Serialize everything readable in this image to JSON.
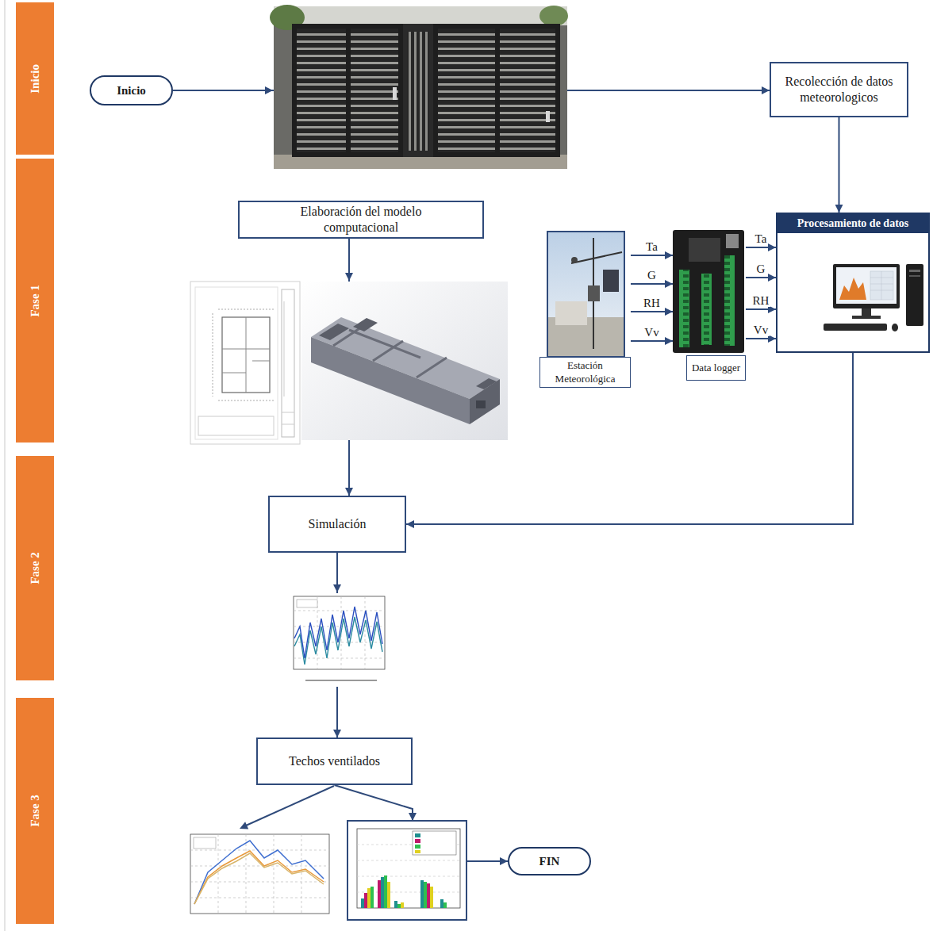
{
  "diagram": {
    "nodes": [
      {
        "text": [
          "Inicio"
        ]
      },
      {
        "text": [
          "Fase 1"
        ]
      },
      {
        "text": [
          "Fase 2"
        ]
      },
      {
        "text": [
          "Fase 3"
        ]
      },
      {
        "text": [
          "Inicio"
        ]
      },
      {
        "text": [
          "Recolección de datos meteorologicos"
        ]
      },
      {
        "text": [
          "Elaboración del modelo computacional"
        ]
      },
      {
        "text": [
          "Estación Meteorológica"
        ]
      },
      {
        "text": [
          "Data logger"
        ]
      },
      {
        "text": [
          "Procesamiento de datos"
        ]
      },
      {
        "text": [
          "Simulación"
        ]
      },
      {
        "text": [
          "Techos ventilados"
        ]
      },
      {
        "text": [
          "FIN"
        ]
      }
    ],
    "edges": [
      {
        "from": 4,
        "to": 5,
        "arrow": "to"
      },
      {
        "from": 5,
        "to": 9,
        "arrow": "to"
      },
      {
        "from": 6,
        "to": 10,
        "arrow": "to"
      },
      {
        "from": 9,
        "to": 10,
        "arrow": "to"
      },
      {
        "from": 7,
        "to": 8,
        "label": "Ta",
        "arrow": "to"
      },
      {
        "from": 7,
        "to": 8,
        "label": "G",
        "arrow": "to"
      },
      {
        "from": 7,
        "to": 8,
        "label": "RH",
        "arrow": "to"
      },
      {
        "from": 7,
        "to": 8,
        "label": "Vv",
        "arrow": "to"
      },
      {
        "from": 8,
        "to": 9,
        "label": "Ta",
        "arrow": "to"
      },
      {
        "from": 8,
        "to": 9,
        "label": "G",
        "arrow": "to"
      },
      {
        "from": 8,
        "to": 9,
        "label": "RH",
        "arrow": "to"
      },
      {
        "from": 8,
        "to": 9,
        "label": "Vv",
        "arrow": "to"
      },
      {
        "from": 10,
        "to": 11,
        "arrow": "to"
      },
      {
        "from": 11,
        "to": 12,
        "arrow": "to"
      }
    ]
  }
}
